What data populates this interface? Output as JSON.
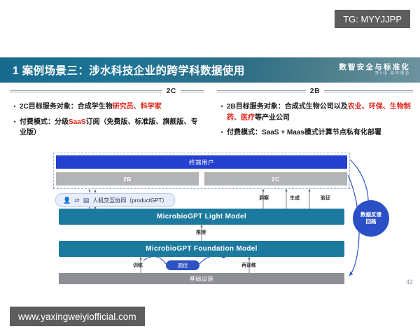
{
  "watermarks": {
    "top_right": "TG: MYYJJPP",
    "bottom_left": "www.yaxingweiyiofficial.com"
  },
  "header": {
    "title": "1 案例场景三：涉水科技企业的跨学科数据使用",
    "brand_main": "数智安全与标准化",
    "brand_sub": "第5组 最终报告"
  },
  "columns": {
    "left": {
      "label": "2C",
      "bullets": [
        {
          "parts": [
            {
              "text": "2C目标服务对象：合成学生物",
              "highlight": false
            },
            {
              "text": "研究员、科学家",
              "highlight": true
            }
          ]
        },
        {
          "parts": [
            {
              "text": "付费模式：分级",
              "highlight": false
            },
            {
              "text": "SaaS",
              "highlight": true
            },
            {
              "text": "订阅（免费版、标准版、旗舰版、专业版）",
              "highlight": false
            }
          ]
        }
      ]
    },
    "right": {
      "label": "2B",
      "bullets": [
        {
          "parts": [
            {
              "text": "2B目标服务对象：合成式生物公司以及",
              "highlight": false
            },
            {
              "text": "农业、环保、生物制药、医疗",
              "highlight": true
            },
            {
              "text": "等产业公司",
              "highlight": false
            }
          ]
        },
        {
          "parts": [
            {
              "text": "付费模式：SaaS + Maas模式计算节点私有化部署",
              "highlight": false
            }
          ]
        }
      ]
    }
  },
  "diagram": {
    "end_user_bar": "终端用户",
    "segment_bars": [
      "2B",
      "2C"
    ],
    "hci_pill": {
      "icons": [
        "person-icon",
        "exchange-arrows-icon",
        "grid-icon"
      ],
      "label": "人机交互协同（productGPT）"
    },
    "stage_labels": [
      "洞察",
      "生成",
      "验证"
    ],
    "light_model": "MicrobioGPT Light Model",
    "foundation_model": "MicrobioGPT Foundation Model",
    "infrastructure": "基础设施",
    "edge_labels": {
      "inference": "推理",
      "train": "训练",
      "retrain": "再训练",
      "tune": "调优"
    },
    "feedback_circle": {
      "line1": "数据反馈",
      "line2": "回路"
    },
    "page_number": "42"
  },
  "colors": {
    "header_teal": "#176a8e",
    "highlight_red": "#e0241b",
    "model_teal": "#1c7a9e",
    "brand_blue": "#2540cf",
    "segment_gray": "#b2b4b7",
    "infra_gray": "#8d8f94"
  }
}
